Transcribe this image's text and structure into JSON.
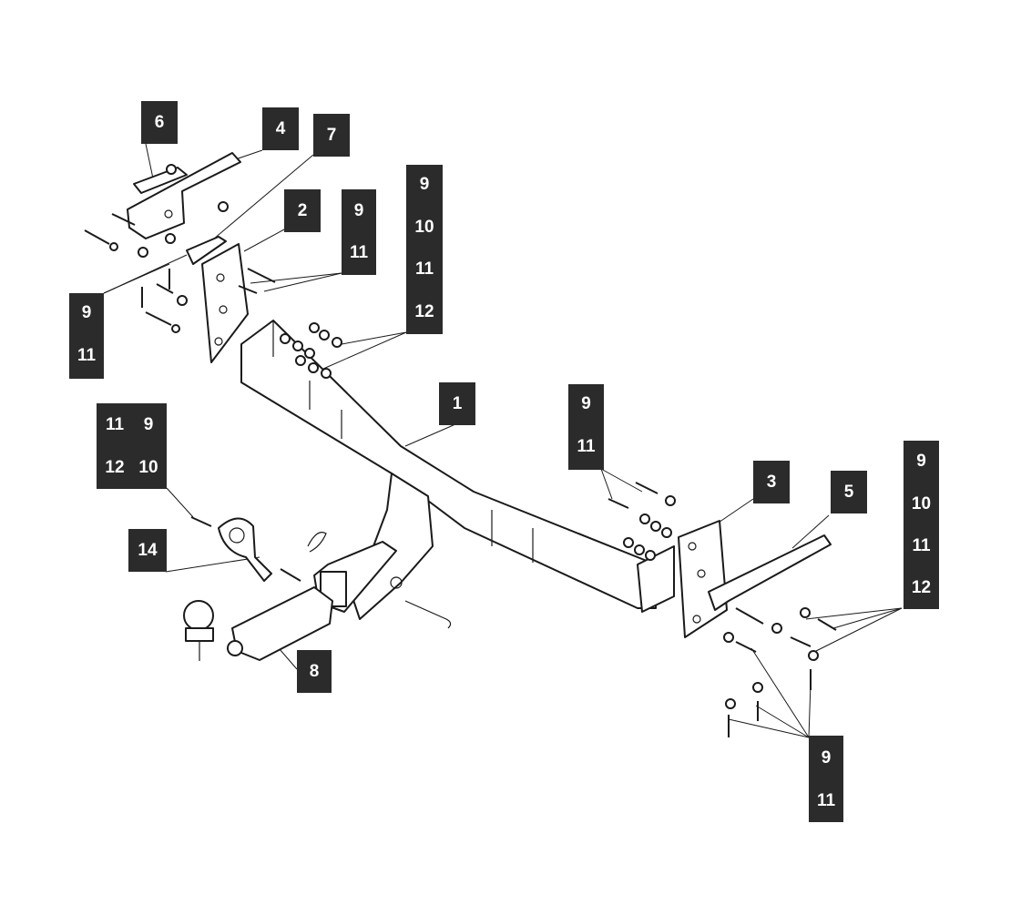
{
  "diagram_title": "",
  "callouts": {
    "tow_bar": "1",
    "left_bracket": "2",
    "right_bracket": "3",
    "left_strap": "4",
    "right_strap": "5",
    "small_plate": "6",
    "spacer_plate": "7",
    "ball_mount": "8",
    "socket_plate": "14"
  },
  "stacks": {
    "left_bracket_bolts": [
      "9",
      "11"
    ],
    "upper_hardware": [
      "9",
      "11"
    ],
    "center_nuts": [
      "9",
      "10",
      "11",
      "12"
    ],
    "mid_bolts": [
      "9",
      "11"
    ],
    "right_nuts": [
      "9",
      "10",
      "11",
      "12"
    ],
    "right_bolts": [
      "9",
      "11"
    ]
  },
  "socket_kit": {
    "col1": [
      "11",
      "12"
    ],
    "col2": [
      "9",
      "10"
    ]
  }
}
